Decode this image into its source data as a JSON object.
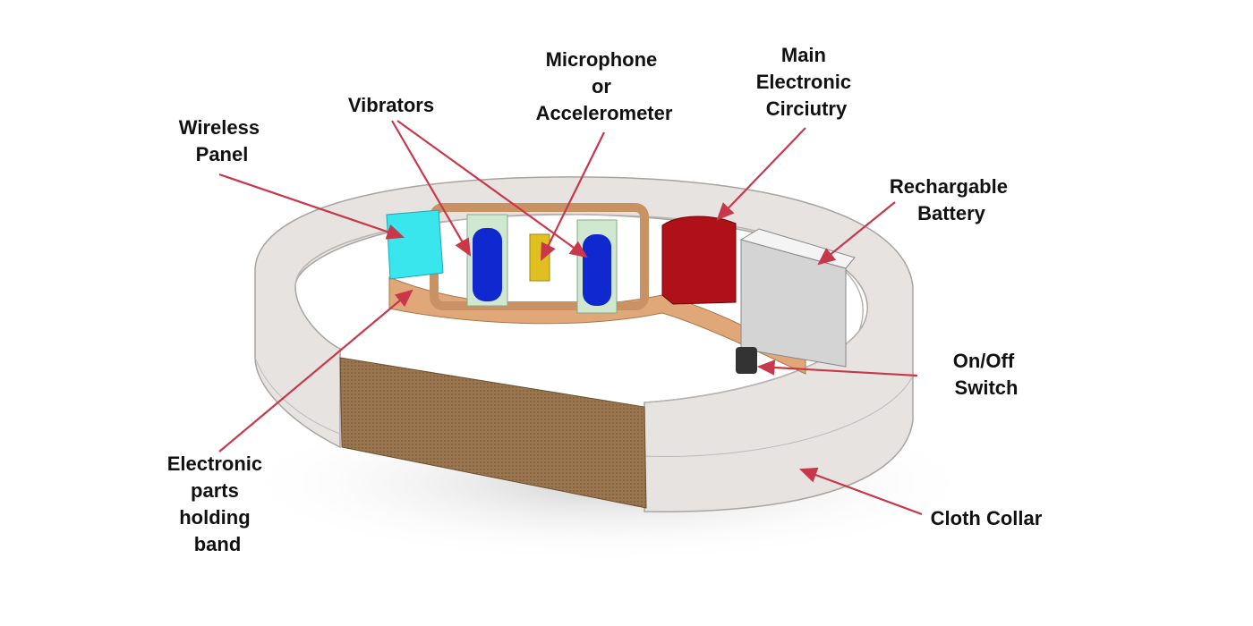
{
  "labels": {
    "wireless_panel": [
      "Wireless",
      "Panel"
    ],
    "vibrators": [
      "Vibrators"
    ],
    "microphone": [
      "Microphone",
      "or",
      "Accelerometer"
    ],
    "main_circuitry": [
      "Main",
      "Electronic",
      "Circiutry"
    ],
    "battery": [
      "Rechargable",
      "Battery"
    ],
    "switch": [
      "On/Off",
      "Switch"
    ],
    "cloth_collar": [
      "Cloth Collar"
    ],
    "holding_band": [
      "Electronic",
      "parts",
      "holding",
      "band"
    ]
  },
  "colors": {
    "arrow": "#c8384a",
    "collar": "#e6e3e1",
    "band": "#e0a878",
    "wireless_panel": "#39e6ee",
    "vibrator": "#1028d0",
    "microphone": "#e0c020",
    "circuitry": "#b01018",
    "battery": "#d4d4d4",
    "cloth": "#9a7650"
  }
}
